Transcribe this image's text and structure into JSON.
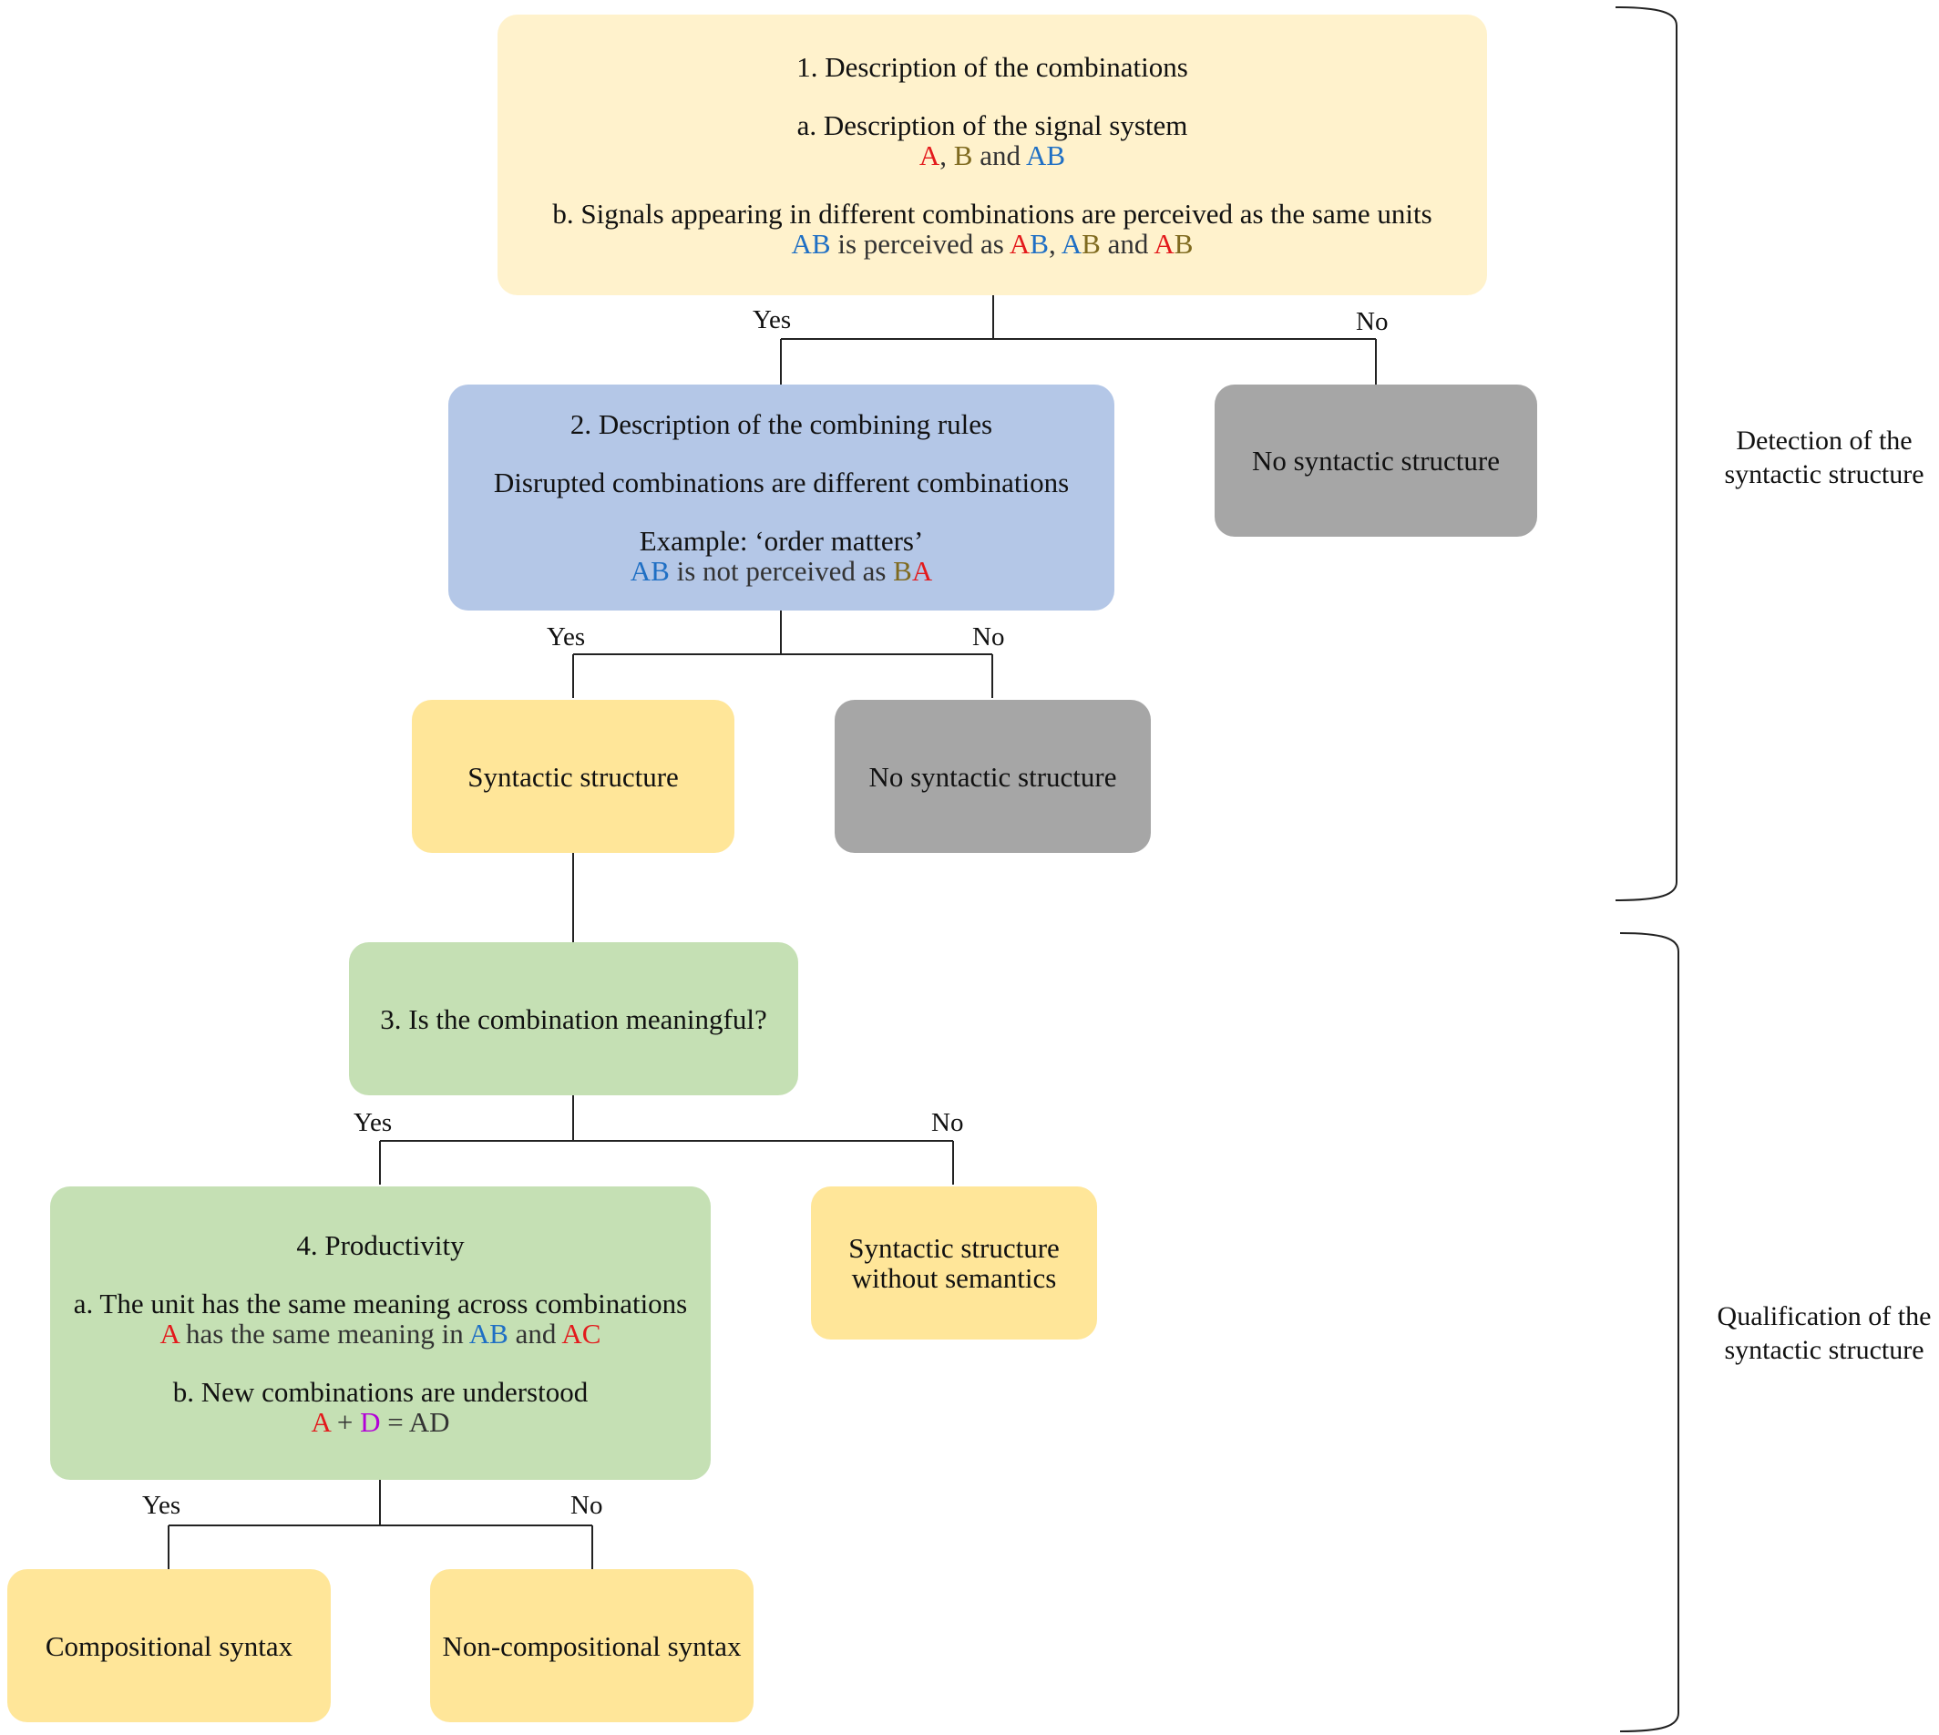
{
  "box1": {
    "title": "1. Description of the combinations",
    "a_line": "a. Description of the signal system",
    "a_example": [
      [
        "A",
        "red"
      ],
      [
        ", ",
        "dark"
      ],
      [
        "B",
        "olive"
      ],
      [
        " and ",
        "dark"
      ],
      [
        "AB",
        "blue"
      ]
    ],
    "b_line": "b. Signals appearing in different combinations are perceived as the same units",
    "b_example": [
      [
        "AB",
        "blue"
      ],
      [
        " is perceived as ",
        "dark"
      ],
      [
        "A",
        "red"
      ],
      [
        "B",
        "blue"
      ],
      [
        ", ",
        "dark"
      ],
      [
        "A",
        "blue"
      ],
      [
        "B",
        "olive"
      ],
      [
        " and ",
        "dark"
      ],
      [
        "A",
        "red"
      ],
      [
        "B",
        "olive"
      ]
    ]
  },
  "box2": {
    "title": "2. Description of the combining rules",
    "line": "Disrupted combinations are different combinations",
    "example_label": "Example: ‘order matters’",
    "example": [
      [
        "AB",
        "blue"
      ],
      [
        " is not perceived as ",
        "dark"
      ],
      [
        "B",
        "olive"
      ],
      [
        "A",
        "red"
      ]
    ]
  },
  "no_syntax_1": "No syntactic structure",
  "syntactic_structure": "Syntactic structure",
  "no_syntax_2": "No syntactic structure",
  "box3": {
    "title": "3. Is the combination meaningful?"
  },
  "box4": {
    "title": "4. Productivity",
    "a_line": "a. The unit has the same meaning across combinations",
    "a_example": [
      [
        "A",
        "red"
      ],
      [
        " has the same meaning in ",
        "dark"
      ],
      [
        "AB",
        "blue"
      ],
      [
        " and ",
        "dark"
      ],
      [
        "AC",
        "red"
      ]
    ],
    "b_line": "b. New combinations are understood",
    "b_example": [
      [
        "A",
        "red"
      ],
      [
        " + ",
        "dark"
      ],
      [
        "D",
        "purple"
      ],
      [
        " = AD",
        "dark"
      ]
    ]
  },
  "without_semantics": {
    "line1": "Syntactic structure",
    "line2": "without semantics"
  },
  "compositional": "Compositional syntax",
  "non_compositional": "Non-compositional syntax",
  "labels": {
    "yes1": "Yes",
    "no1": "No",
    "yes2": "Yes",
    "no2": "No",
    "yes3": "Yes",
    "no3": "No",
    "yes4": "Yes",
    "no4": "No"
  },
  "side": {
    "detection_1": "Detection of the",
    "detection_2": "syntactic structure",
    "qualification_1": "Qualification of the",
    "qualification_2": "syntactic structure"
  }
}
